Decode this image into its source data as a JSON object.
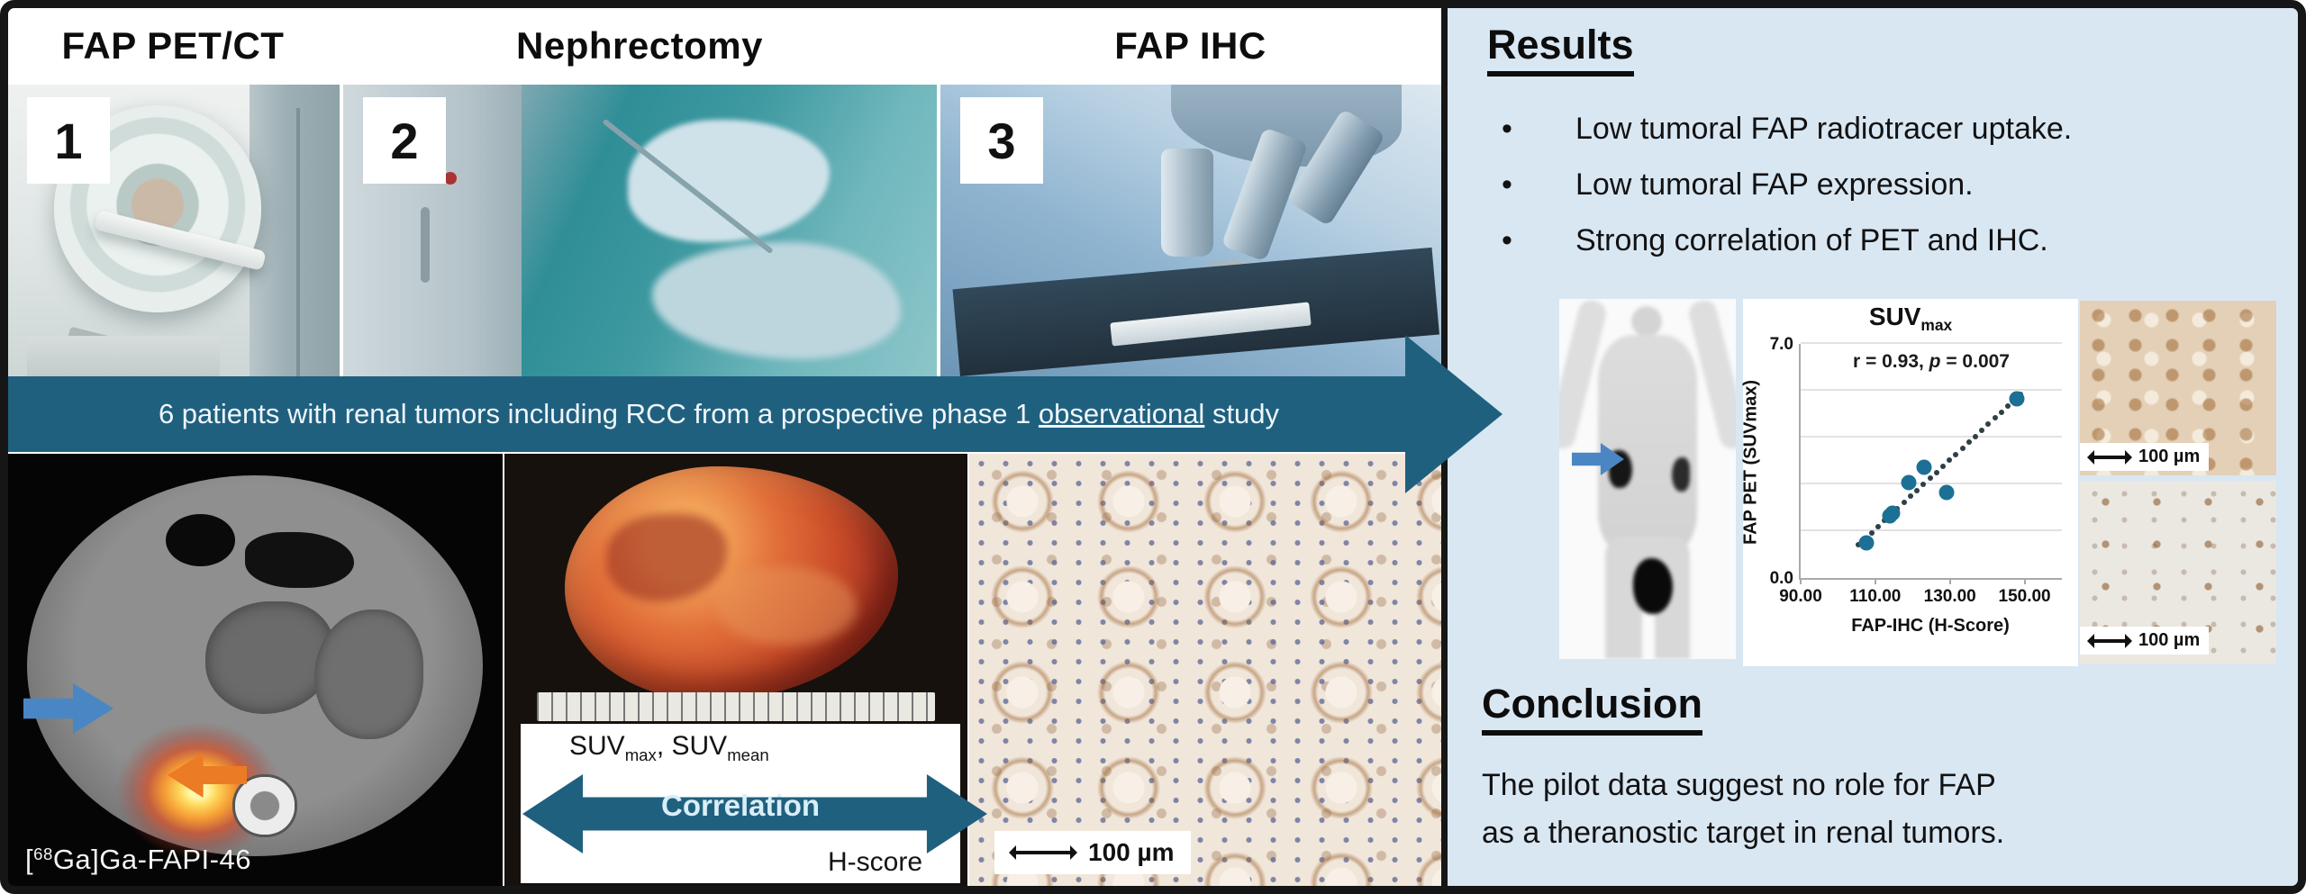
{
  "steps": [
    {
      "number": "1",
      "title": "FAP PET/CT"
    },
    {
      "number": "2",
      "title": "Nephrectomy"
    },
    {
      "number": "3",
      "title": "FAP IHC"
    }
  ],
  "banner": {
    "before": "6 patients with renal tumors including RCC from a prospective phase 1 ",
    "underlined": "observational",
    "after": " study"
  },
  "petct": {
    "label_open": "[",
    "label_sup": "68",
    "label_rest": "Ga]Ga-FAPI-46"
  },
  "correlation": {
    "suv1_base": "SUV",
    "suv1_sub": "max",
    "comma": ", ",
    "suv2_base": "SUV",
    "suv2_sub": "mean",
    "arrow_label": "Correlation",
    "bottom": "H-score"
  },
  "scalebars": {
    "left_panel": "100 µm",
    "right_top": "100 µm",
    "right_bottom": "100 µm"
  },
  "results": {
    "title": "Results",
    "bullet_char": "•",
    "bullets": [
      "Low tumoral FAP radiotracer uptake.",
      "Low tumoral FAP expression.",
      "Strong correlation of PET and IHC."
    ]
  },
  "conclusion": {
    "title": "Conclusion",
    "lines": [
      "The pilot data suggest no role for FAP",
      "as a theranostic target in renal tumors."
    ]
  },
  "chart_data": {
    "type": "scatter",
    "title_base": "SUV",
    "title_sub": "max",
    "annotation": {
      "prefix": "r = 0.93, ",
      "italic": "p",
      "suffix": " = 0.007"
    },
    "xlabel": "FAP-IHC (H-Score)",
    "ylabel": "FAP PET (SUVmax)",
    "xlim": [
      90,
      160
    ],
    "ylim": [
      0,
      7
    ],
    "x_ticks": [
      90,
      110,
      130,
      150
    ],
    "x_tick_labels": [
      "90.00",
      "110.00",
      "130.00",
      "150.00"
    ],
    "y_tick_labels": [
      "0.0",
      "7.0"
    ],
    "gridlines_y": [
      1.4,
      2.8,
      4.2,
      5.6,
      7.0
    ],
    "points": [
      [
        107.5,
        1.05
      ],
      [
        114,
        1.85
      ],
      [
        114.6,
        1.95
      ],
      [
        119,
        2.85
      ],
      [
        123,
        3.3
      ],
      [
        129,
        2.55
      ],
      [
        148,
        5.35
      ]
    ],
    "trendline": {
      "x1": 105.5,
      "y1": 1.0,
      "x2": 149,
      "y2": 5.5,
      "dot_count": 26
    },
    "point_color": "#1d7095",
    "trend_color": "#2e3f45",
    "grid": true,
    "legend": "none"
  },
  "colors": {
    "banner_teal": "#20607f",
    "right_panel_bg": "#d9e7f3",
    "frame_black": "#161616",
    "blue_arrow": "#4a86c4",
    "orange_arrow": "#ec7b25"
  }
}
